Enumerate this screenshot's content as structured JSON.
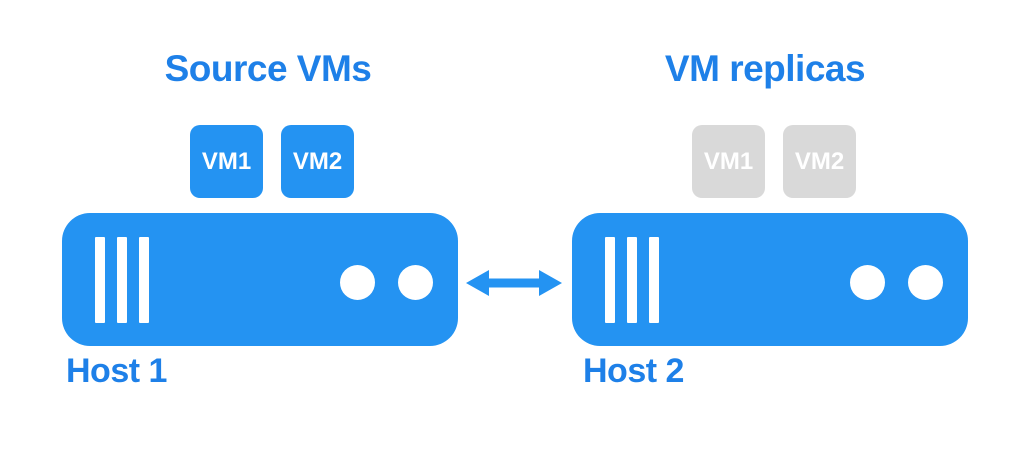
{
  "diagram": {
    "left": {
      "title": "Source VMs",
      "vms": [
        {
          "label": "VM1"
        },
        {
          "label": "VM2"
        }
      ],
      "host_label": "Host 1"
    },
    "right": {
      "title": "VM replicas",
      "vms": [
        {
          "label": "VM1"
        },
        {
          "label": "VM2"
        }
      ],
      "host_label": "Host 2"
    },
    "icons": {
      "host": "server-icon",
      "link": "bidirectional-arrow-icon"
    }
  },
  "colors": {
    "accent_blue": "#2493F2",
    "text_blue": "#1E80E8",
    "replica_gray": "#D9D9D9",
    "background": "#FFFFFF",
    "vm_text": "#FFFFFF"
  }
}
